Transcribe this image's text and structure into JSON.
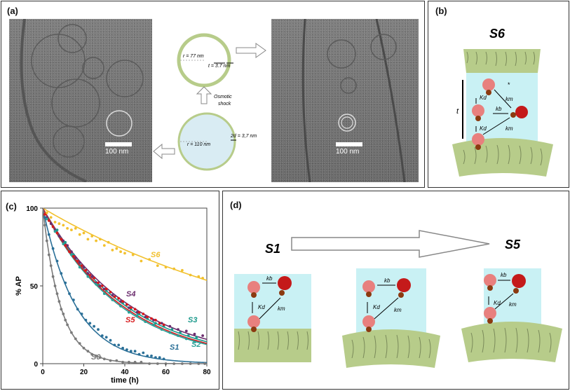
{
  "panels": {
    "a": {
      "label": "(a)",
      "scale_left": "100 nm",
      "scale_right": "100 nm"
    },
    "b": {
      "label": "(b)",
      "sample": "S6"
    },
    "c": {
      "label": "(c)"
    },
    "d": {
      "label": "(d)",
      "left_sample": "S1",
      "right_sample": "S5"
    }
  },
  "schematic": {
    "small_r": "r = 77 nm",
    "small_t": "t = 3.7 nm",
    "large_r": "r = 110 nm",
    "large_2d": "2d = 3,7 nm",
    "osmotic": "Osmotic",
    "shock": "shock"
  },
  "kinetics_labels": {
    "kd": "Kd",
    "kb": "kb",
    "km": "km",
    "t": "t",
    "star": "*"
  },
  "colors": {
    "S0": "#7a7a7a",
    "S1": "#2a6f97",
    "S2": "#2aa198",
    "S3": "#1b998b",
    "S4": "#6b2d6e",
    "S5": "#d7191c",
    "S6": "#f2c12e",
    "membrane": "#b7cc8a",
    "water": "#c9f1f4"
  },
  "chart_data": {
    "type": "scatter",
    "xlabel": "time (h)",
    "ylabel": "% AP",
    "xlim": [
      0,
      80
    ],
    "ylim": [
      0,
      100
    ],
    "xticks": [
      "0",
      "20",
      "40",
      "60",
      "80"
    ],
    "yticks": [
      "0",
      "50",
      "100"
    ],
    "series": [
      {
        "name": "S6",
        "k": 0.0078,
        "x": [
          2,
          4,
          6,
          8,
          10,
          12,
          14,
          16,
          18,
          20,
          22,
          24,
          26,
          28,
          30,
          32,
          34,
          36,
          38,
          40,
          44,
          48,
          52,
          56,
          60,
          64,
          68,
          72,
          76,
          78
        ],
        "y": [
          97,
          94,
          91,
          90,
          89,
          87,
          86,
          87,
          83,
          84,
          80,
          82,
          79,
          80,
          76,
          78,
          73,
          74,
          72,
          71,
          70,
          66,
          67,
          63,
          62,
          61,
          60,
          57,
          56,
          55
        ]
      },
      {
        "name": "S4",
        "k": 0.0232,
        "x": [
          2,
          4,
          6,
          8,
          10,
          12,
          14,
          16,
          18,
          20,
          22,
          24,
          26,
          28,
          30,
          34,
          38,
          42,
          46,
          50,
          54,
          58,
          62,
          66,
          70,
          74,
          78
        ],
        "y": [
          94,
          90,
          86,
          82,
          79,
          76,
          72,
          68,
          65,
          62,
          58,
          56,
          52,
          50,
          48,
          44,
          40,
          36,
          33,
          30,
          28,
          26,
          24,
          22,
          21,
          19,
          18
        ]
      },
      {
        "name": "S3",
        "k": 0.0245,
        "x": [
          3,
          7,
          11,
          15,
          19,
          23,
          27,
          31,
          35,
          39,
          43,
          47,
          51,
          55,
          59,
          63,
          67,
          71,
          75
        ],
        "y": [
          92,
          86,
          78,
          70,
          63,
          57,
          51,
          47,
          43,
          39,
          35,
          32,
          29,
          26,
          24,
          22,
          20,
          18,
          17
        ]
      },
      {
        "name": "S2",
        "k": 0.0262,
        "x": [
          2,
          6,
          10,
          14,
          18,
          22,
          26,
          30,
          34,
          38,
          42,
          46,
          50,
          54,
          58,
          62,
          66,
          70,
          74
        ],
        "y": [
          93,
          85,
          77,
          70,
          62,
          56,
          51,
          45,
          41,
          37,
          33,
          31,
          27,
          25,
          22,
          20,
          18,
          16,
          14
        ]
      },
      {
        "name": "S5",
        "k": 0.0255,
        "x": [
          1,
          3,
          5,
          7,
          9,
          11,
          13,
          15,
          17,
          19,
          21,
          23,
          25,
          27,
          29,
          31,
          33,
          35,
          37,
          39,
          41,
          43,
          45,
          47,
          49,
          51,
          53,
          55,
          57,
          59
        ],
        "y": [
          96,
          92,
          88,
          84,
          80,
          76,
          72,
          69,
          66,
          63,
          60,
          57,
          55,
          52,
          50,
          48,
          46,
          43,
          42,
          40,
          38,
          36,
          35,
          33,
          32,
          30,
          29,
          28,
          26,
          25
        ]
      },
      {
        "name": "S1",
        "k": 0.0615,
        "x": [
          1,
          3,
          5,
          7,
          9,
          11,
          13,
          15,
          17,
          19,
          21,
          23,
          25,
          27,
          29,
          31,
          33,
          35,
          37,
          39,
          41,
          43,
          45,
          47,
          49,
          51,
          53,
          55,
          57,
          59
        ],
        "y": [
          94,
          83,
          74,
          66,
          58,
          52,
          45,
          41,
          35,
          32,
          28,
          26,
          24,
          22,
          18,
          17,
          15,
          12,
          12,
          10,
          9,
          8,
          8,
          6,
          7,
          5,
          5,
          4,
          4,
          3
        ]
      },
      {
        "name": "S0",
        "k": 0.115,
        "x": [
          1,
          2,
          3,
          4,
          5,
          6,
          7,
          8,
          9,
          10,
          11,
          12,
          14,
          16,
          18,
          20,
          22,
          24,
          26,
          28,
          30,
          33,
          36,
          39,
          42,
          45,
          48,
          52,
          56,
          60,
          64,
          68,
          72,
          76,
          79
        ],
        "y": [
          89,
          79,
          70,
          63,
          56,
          50,
          45,
          40,
          35,
          32,
          28,
          25,
          20,
          16,
          13,
          10,
          8,
          6,
          5,
          4,
          3,
          2,
          2,
          1,
          1,
          1,
          1,
          0,
          0,
          0,
          0,
          0,
          0,
          0,
          0
        ]
      }
    ]
  }
}
